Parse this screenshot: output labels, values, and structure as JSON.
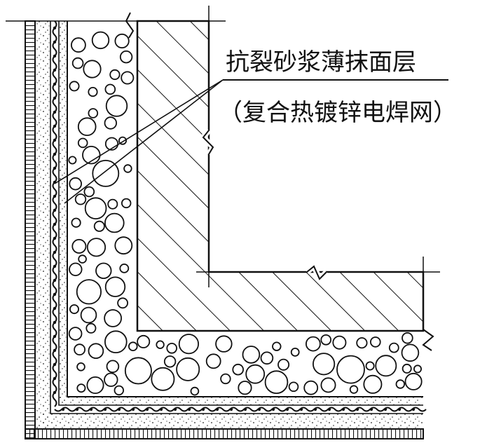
{
  "callout": {
    "line1": "抗裂砂浆薄抹面层",
    "line2": "（复合热镀锌电焊网）"
  },
  "legend": {
    "concrete_wall": "hatched-concrete",
    "insulation": "foam-bead-particles",
    "mesh": "welded-wire-mesh-wave",
    "mortar": "stippled-mortar",
    "finish": "tile-finish-layer"
  },
  "colors": {
    "ink": "#111111",
    "paper": "#ffffff"
  }
}
